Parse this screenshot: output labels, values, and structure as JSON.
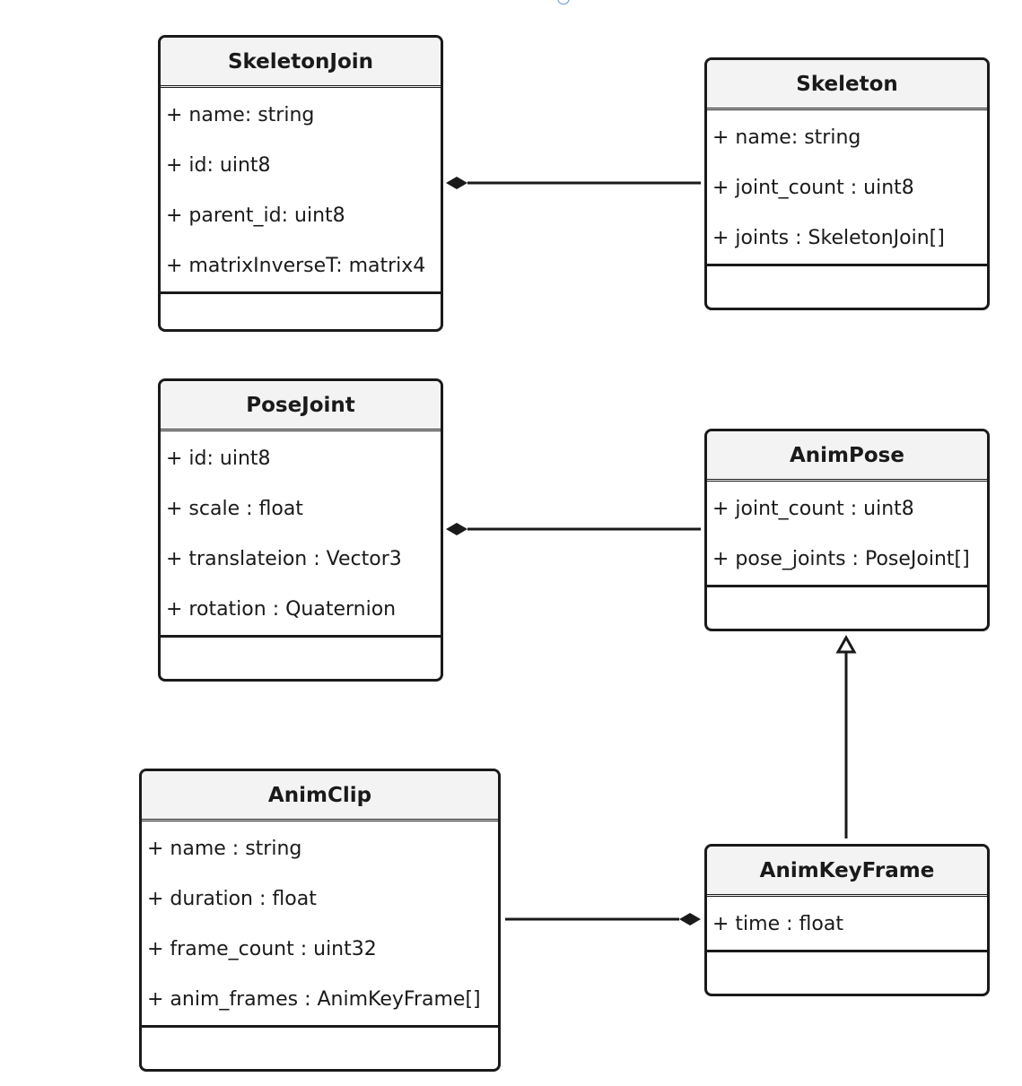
{
  "classes": {
    "skeleton_join": {
      "name": "SkeletonJoin",
      "attributes": [
        "+ name: string",
        "+ id: uint8",
        "+ parent_id: uint8",
        "+ matrixInverseT: matrix4"
      ]
    },
    "skeleton": {
      "name": "Skeleton",
      "attributes": [
        "+ name: string",
        "+ joint_count : uint8",
        "+ joints : SkeletonJoin[]"
      ]
    },
    "pose_joint": {
      "name": "PoseJoint",
      "attributes": [
        "+ id: uint8",
        "+ scale : float",
        "+ translateion : Vector3",
        "+ rotation : Quaternion"
      ]
    },
    "anim_pose": {
      "name": "AnimPose",
      "attributes": [
        "+ joint_count : uint8",
        "+ pose_joints : PoseJoint[]"
      ]
    },
    "anim_clip": {
      "name": "AnimClip",
      "attributes": [
        "+ name : string",
        "+ duration : float",
        "+ frame_count : uint32",
        "+ anim_frames : AnimKeyFrame[]"
      ]
    },
    "anim_key_frame": {
      "name": "AnimKeyFrame",
      "attributes": [
        "+ time : float"
      ]
    }
  },
  "relations": [
    {
      "type": "composition",
      "whole": "SkeletonJoin",
      "part": "Skeleton"
    },
    {
      "type": "composition",
      "whole": "PoseJoint",
      "part": "AnimPose"
    },
    {
      "type": "inheritance",
      "child": "AnimKeyFrame",
      "parent": "AnimPose"
    },
    {
      "type": "composition",
      "whole": "AnimKeyFrame",
      "part": "AnimClip"
    }
  ],
  "colors": {
    "stroke": "#1a1a1a",
    "header": "#f3f3f3",
    "handle": "#5b8fd9"
  }
}
